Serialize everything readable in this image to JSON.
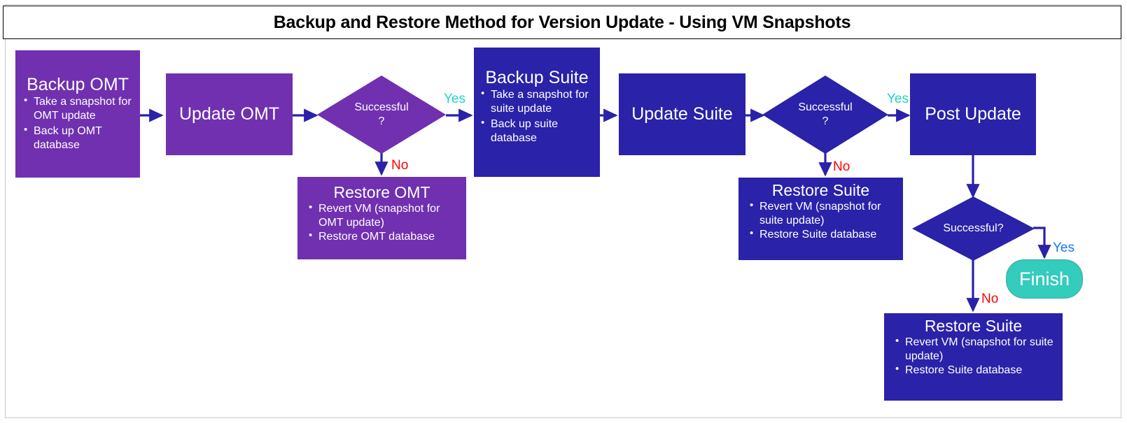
{
  "title": "Backup and Restore Method for Version Update - Using VM Snapshots",
  "colors": {
    "purple": "#7030B0",
    "blue": "#2A22A8",
    "teal": "#33CCBD",
    "yes_teal": "#22D3C4",
    "yes_blue": "#1478F0",
    "no_red": "#FF0000",
    "arrow": "#2A22A8"
  },
  "nodes": {
    "backup_omt": {
      "title": "Backup OMT",
      "bullets": [
        "Take a snapshot for OMT update",
        "Back up OMT database"
      ]
    },
    "update_omt": {
      "title": "Update OMT"
    },
    "decision_omt": {
      "label": "Successful\n?"
    },
    "restore_omt": {
      "title": "Restore OMT",
      "bullets": [
        "Revert VM (snapshot for OMT update)",
        "Restore OMT database"
      ]
    },
    "backup_suite": {
      "title": "Backup Suite",
      "bullets": [
        "Take a snapshot for suite update",
        "Back up suite database"
      ]
    },
    "update_suite": {
      "title": "Update Suite"
    },
    "decision_suite": {
      "label": "Successful\n?"
    },
    "restore_suite_mid": {
      "title": "Restore Suite",
      "bullets": [
        "Revert VM (snapshot for suite update)",
        "Restore Suite database"
      ]
    },
    "post_update": {
      "title": "Post Update"
    },
    "decision_post": {
      "label": "Successful?"
    },
    "finish": {
      "title": "Finish"
    },
    "restore_suite_bottom": {
      "title": "Restore Suite",
      "bullets": [
        "Revert VM (snapshot for suite update)",
        "Restore Suite database"
      ]
    }
  },
  "edge_labels": {
    "yes_omt": "Yes",
    "no_omt": "No",
    "yes_suite": "Yes",
    "no_suite": "No",
    "yes_post": "Yes",
    "no_post": "No"
  }
}
